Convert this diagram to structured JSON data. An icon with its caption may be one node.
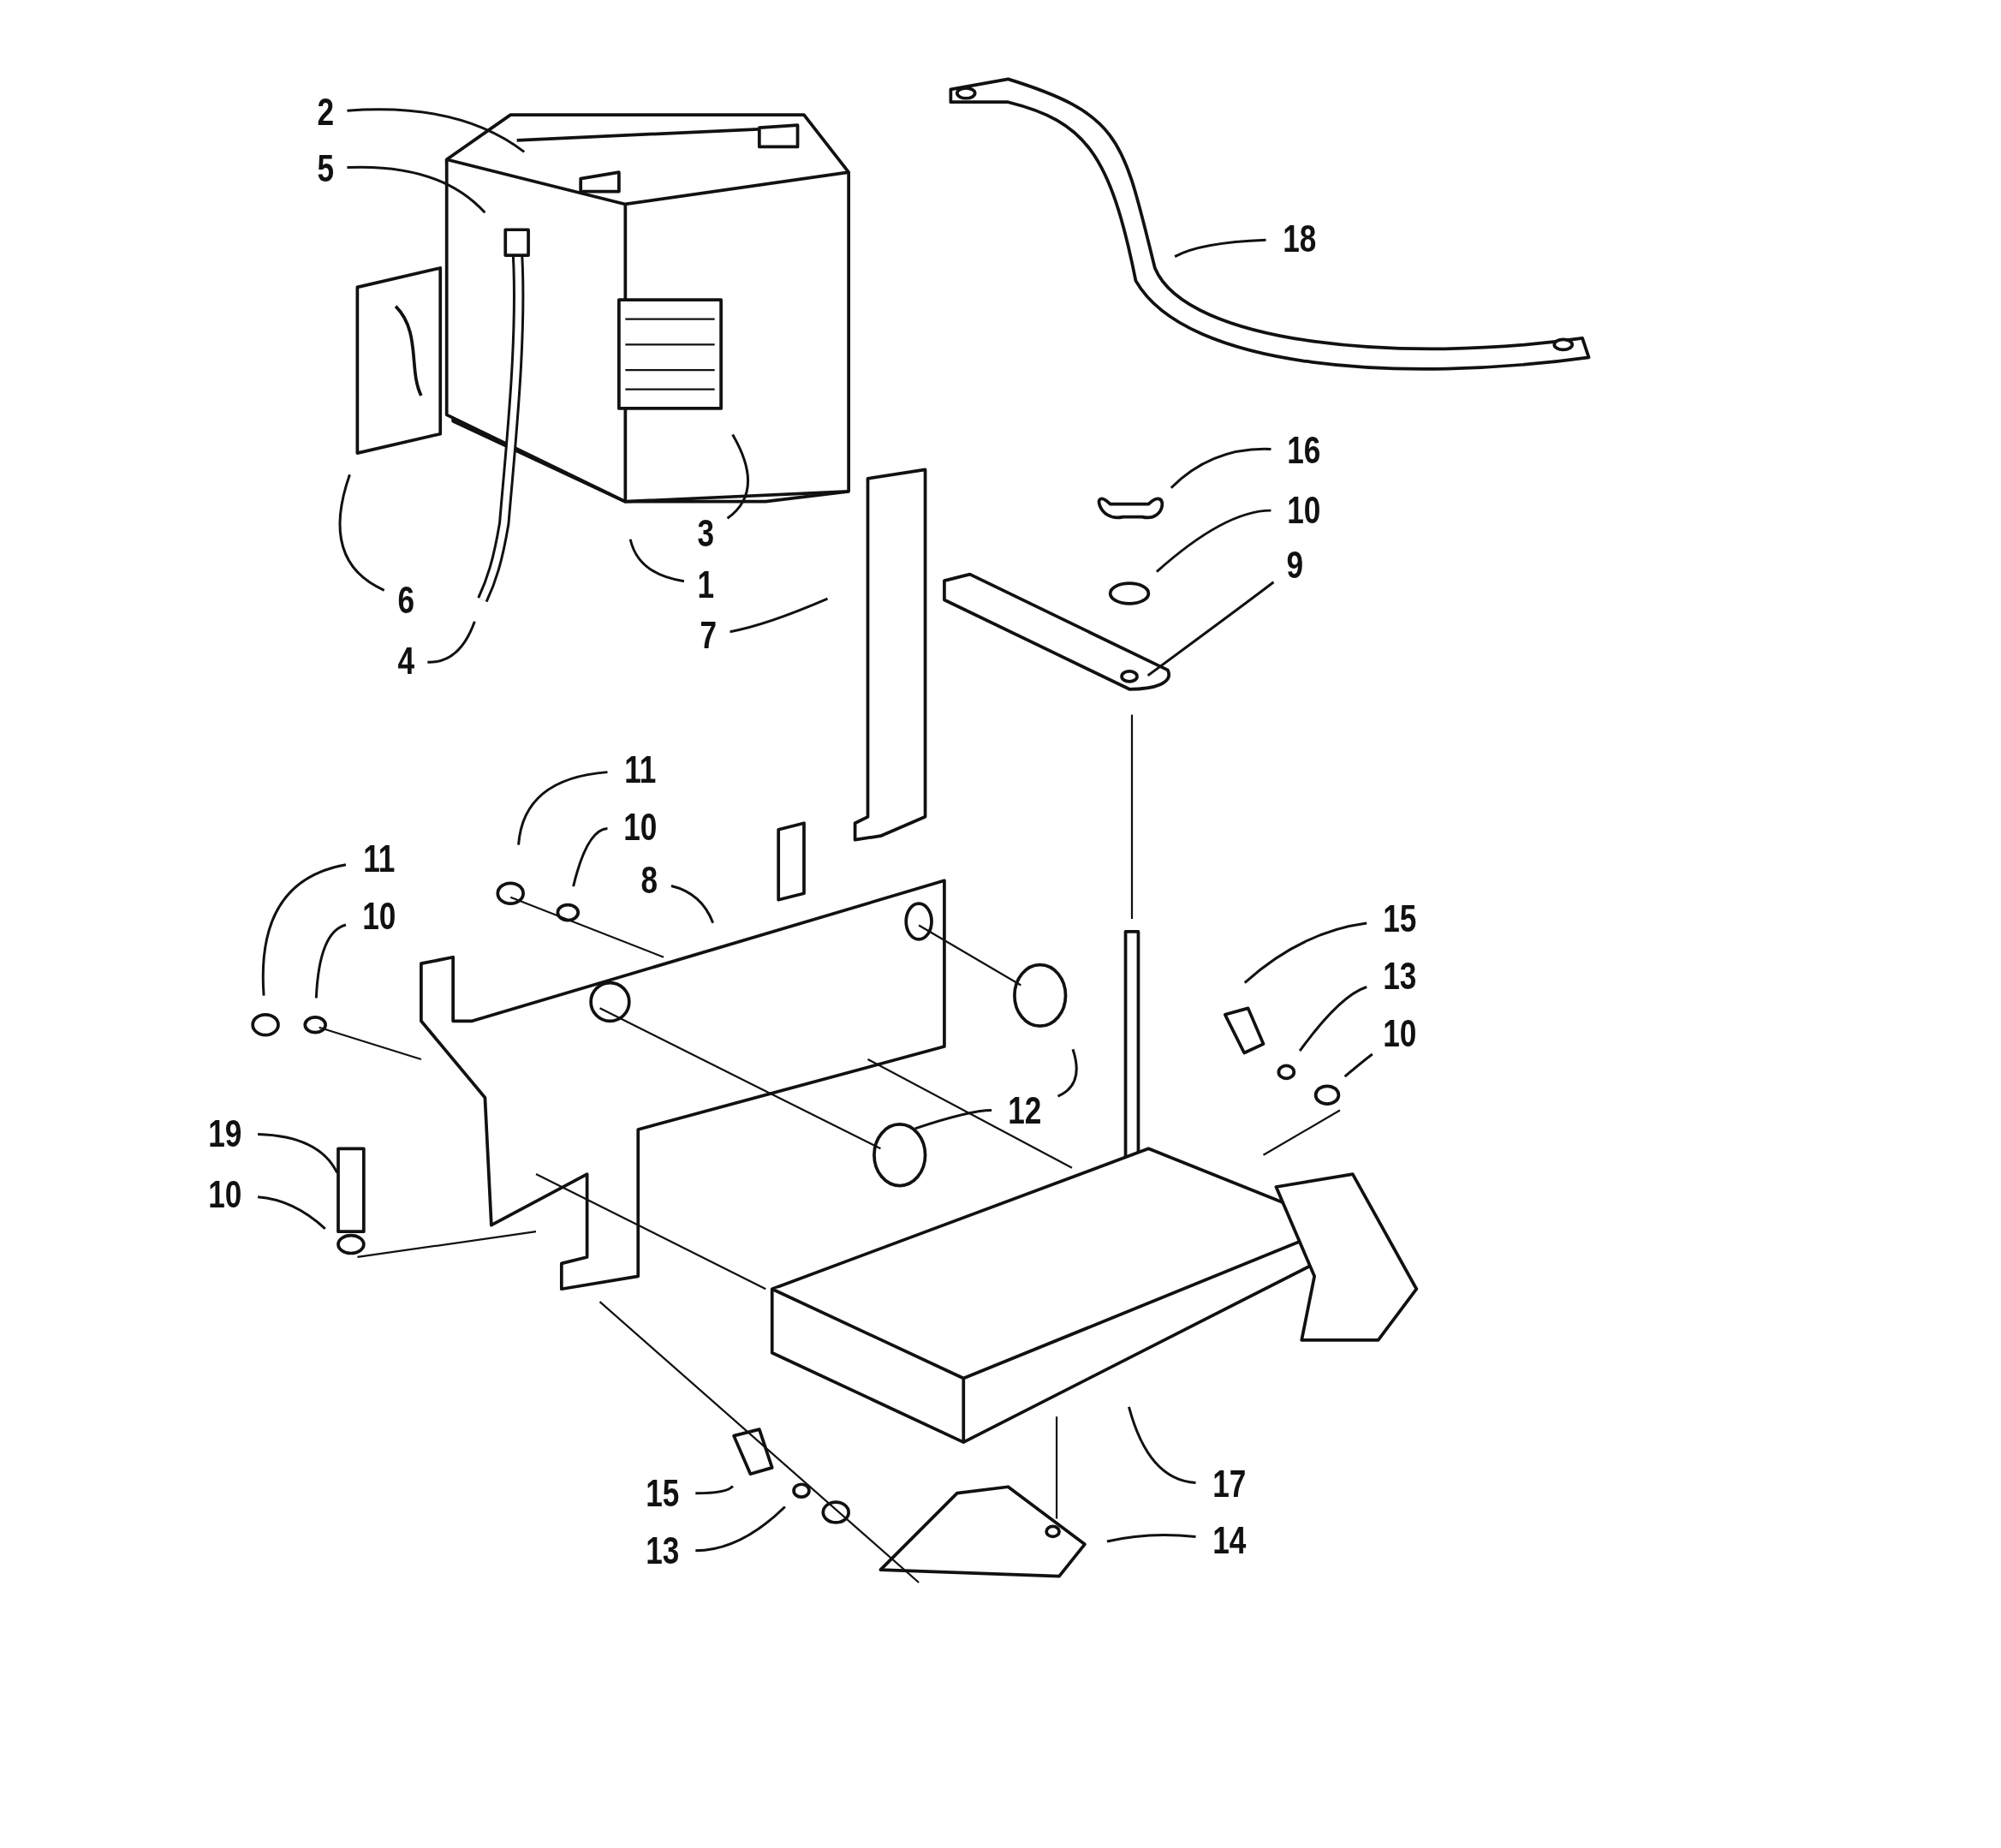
{
  "diagram": {
    "nodes": [
      {
        "text": [
          "2"
        ]
      },
      {
        "text": [
          "5"
        ]
      },
      {
        "text": [
          "18"
        ]
      },
      {
        "text": [
          "16"
        ]
      },
      {
        "text": [
          "10"
        ]
      },
      {
        "text": [
          "3"
        ]
      },
      {
        "text": [
          "9"
        ]
      },
      {
        "text": [
          "1"
        ]
      },
      {
        "text": [
          "6"
        ]
      },
      {
        "text": [
          "7"
        ]
      },
      {
        "text": [
          "4"
        ]
      },
      {
        "text": [
          "11"
        ]
      },
      {
        "text": [
          "10"
        ]
      },
      {
        "text": [
          "11"
        ]
      },
      {
        "text": [
          "8"
        ]
      },
      {
        "text": [
          "10"
        ]
      },
      {
        "text": [
          "15"
        ]
      },
      {
        "text": [
          "13"
        ]
      },
      {
        "text": [
          "10"
        ]
      },
      {
        "text": [
          "12"
        ]
      },
      {
        "text": [
          "19"
        ]
      },
      {
        "text": [
          "10"
        ]
      },
      {
        "text": [
          "17"
        ]
      },
      {
        "text": [
          "15"
        ]
      },
      {
        "text": [
          "13"
        ]
      },
      {
        "text": [
          "14"
        ]
      }
    ],
    "edges": [
      {
        "from": 0,
        "to": null,
        "arrow": "none"
      },
      {
        "from": 1,
        "to": null,
        "arrow": "none"
      },
      {
        "from": 2,
        "to": null,
        "arrow": "none"
      },
      {
        "from": 3,
        "to": null,
        "arrow": "none"
      },
      {
        "from": 4,
        "to": null,
        "arrow": "none"
      },
      {
        "from": 5,
        "to": null,
        "arrow": "none"
      },
      {
        "from": 6,
        "to": null,
        "arrow": "none"
      },
      {
        "from": 7,
        "to": null,
        "arrow": "none"
      },
      {
        "from": 8,
        "to": null,
        "arrow": "none"
      },
      {
        "from": 9,
        "to": null,
        "arrow": "none"
      },
      {
        "from": 10,
        "to": null,
        "arrow": "none"
      },
      {
        "from": 11,
        "to": null,
        "arrow": "none"
      },
      {
        "from": 12,
        "to": null,
        "arrow": "none"
      },
      {
        "from": 13,
        "to": null,
        "arrow": "none"
      },
      {
        "from": 14,
        "to": null,
        "arrow": "none"
      },
      {
        "from": 15,
        "to": null,
        "arrow": "none"
      },
      {
        "from": 16,
        "to": null,
        "arrow": "none"
      },
      {
        "from": 17,
        "to": null,
        "arrow": "none"
      },
      {
        "from": 18,
        "to": null,
        "arrow": "none"
      },
      {
        "from": 19,
        "to": null,
        "arrow": "none"
      },
      {
        "from": 19,
        "to": null,
        "arrow": "none"
      },
      {
        "from": 20,
        "to": null,
        "arrow": "none"
      },
      {
        "from": 21,
        "to": null,
        "arrow": "none"
      },
      {
        "from": 22,
        "to": null,
        "arrow": "none"
      },
      {
        "from": 23,
        "to": null,
        "arrow": "none"
      },
      {
        "from": 24,
        "to": null,
        "arrow": "none"
      },
      {
        "from": 25,
        "to": null,
        "arrow": "none"
      }
    ]
  }
}
